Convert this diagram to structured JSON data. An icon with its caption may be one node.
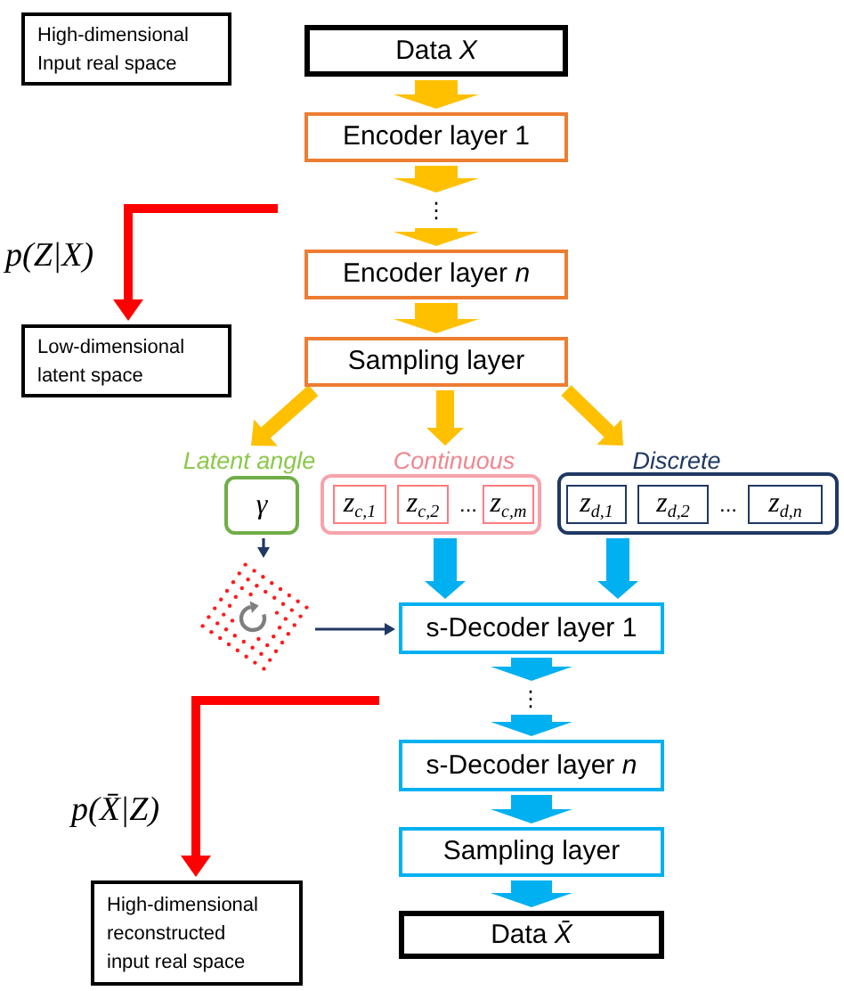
{
  "diagram": {
    "nodes": [
      {
        "text": [
          "High-dimensional Input real space"
        ]
      },
      {
        "text": [
          "Data *X*"
        ]
      },
      {
        "text": [
          "Encoder layer 1"
        ]
      },
      {
        "text": [
          "⋮"
        ]
      },
      {
        "text": [
          "Encoder layer *n*"
        ]
      },
      {
        "text": [
          "Low-dimensional latent space"
        ]
      },
      {
        "text": [
          "Sampling layer"
        ]
      },
      {
        "text": [
          "Latent angle",
          "γ"
        ]
      },
      {
        "text": [
          "Continuous",
          "..."
        ]
      },
      {
        "text": [
          "z$_{c,1}$"
        ],
        "in": 8
      },
      {
        "text": [
          "z$_{c,2}$"
        ],
        "in": 8
      },
      {
        "text": [
          "z$_{c,m}$"
        ],
        "in": 8
      },
      {
        "text": [
          "Discrete",
          "..."
        ]
      },
      {
        "text": [
          "z$_{d,1}$"
        ],
        "in": 12
      },
      {
        "text": [
          "z$_{d,2}$"
        ],
        "in": 12
      },
      {
        "text": [
          "z$_{d,n}$"
        ],
        "in": 12
      },
      {
        "text": [],
        "shape": "picture"
      },
      {
        "text": [
          "s-Decoder layer 1"
        ]
      },
      {
        "text": [
          "⋮"
        ]
      },
      {
        "text": [
          "s-Decoder layer *n*"
        ]
      },
      {
        "text": [
          "Sampling layer"
        ]
      },
      {
        "text": [
          "High-dimensional reconstructed input real space"
        ]
      },
      {
        "text": [
          "Data *X̄*"
        ]
      }
    ],
    "edges": [
      {
        "from": 1,
        "to": 2,
        "arrow": "to",
        "style": "thick"
      },
      {
        "from": 2,
        "to": 3,
        "arrow": "to",
        "style": "thick"
      },
      {
        "from": 3,
        "to": 4,
        "arrow": "to",
        "style": "thick"
      },
      {
        "from": 4,
        "to": 6,
        "arrow": "to",
        "style": "thick"
      },
      {
        "from": null,
        "to": 5,
        "arrow": "to",
        "label": "p(Z|X)",
        "style": "thick",
        "color": "#ff0000"
      },
      {
        "from": 6,
        "to": 7,
        "arrow": "to",
        "style": "thick"
      },
      {
        "from": 6,
        "to": 8,
        "arrow": "to",
        "style": "thick"
      },
      {
        "from": 6,
        "to": 12,
        "arrow": "to",
        "style": "thick"
      },
      {
        "from": 7,
        "to": 16,
        "arrow": "to",
        "color": "#1f3864"
      },
      {
        "from": 16,
        "to": 17,
        "arrow": "to",
        "color": "#1f3864"
      },
      {
        "from": 8,
        "to": 17,
        "arrow": "to",
        "style": "thick",
        "color": "#00b0f0"
      },
      {
        "from": 12,
        "to": 17,
        "arrow": "to",
        "style": "thick",
        "color": "#00b0f0"
      },
      {
        "from": 17,
        "to": 18,
        "arrow": "to",
        "style": "thick",
        "color": "#00b0f0"
      },
      {
        "from": 18,
        "to": 19,
        "arrow": "to",
        "style": "thick",
        "color": "#00b0f0"
      },
      {
        "from": 19,
        "to": 20,
        "arrow": "to",
        "style": "thick",
        "color": "#00b0f0"
      },
      {
        "from": 20,
        "to": 22,
        "arrow": "to",
        "style": "thick",
        "color": "#00b0f0"
      },
      {
        "from": null,
        "to": 21,
        "arrow": "to",
        "label": "p(X̄|Z)",
        "style": "thick",
        "color": "#ff0000"
      }
    ]
  }
}
